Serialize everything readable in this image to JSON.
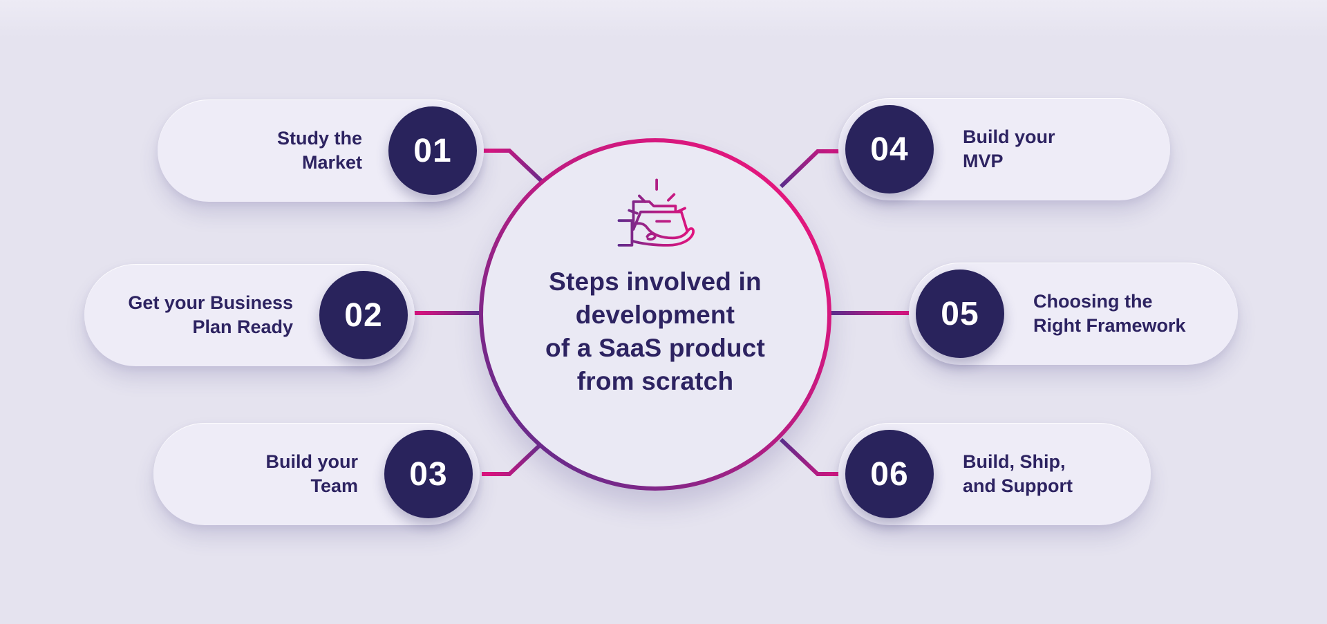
{
  "page": {
    "background": "#e5e3ef"
  },
  "center": {
    "icon": "hand-holding-open-folder-icon",
    "title_lines": [
      "Steps involved in",
      "development",
      "of a SaaS product",
      "from scratch"
    ]
  },
  "steps": [
    {
      "number": "01",
      "label_line1": "Study the",
      "label_line2": "Market",
      "side": "left"
    },
    {
      "number": "02",
      "label_line1": "Get your Business",
      "label_line2": "Plan Ready",
      "side": "left"
    },
    {
      "number": "03",
      "label_line1": "Build your",
      "label_line2": "Team",
      "side": "left"
    },
    {
      "number": "04",
      "label_line1": "Build your",
      "label_line2": "MVP",
      "side": "right"
    },
    {
      "number": "05",
      "label_line1": "Choosing the",
      "label_line2": "Right Framework",
      "side": "right"
    },
    {
      "number": "06",
      "label_line1": "Build, Ship,",
      "label_line2": "and Support",
      "side": "right"
    }
  ],
  "colors": {
    "background": "#e5e3ef",
    "pill_background": "#eeecf7",
    "number_circle": "#29235c",
    "number_text": "#ffffff",
    "label_text": "#2d2361",
    "title_text": "#2d2361",
    "accent_pink": "#e4127d",
    "accent_purple": "#5c2d8c"
  }
}
